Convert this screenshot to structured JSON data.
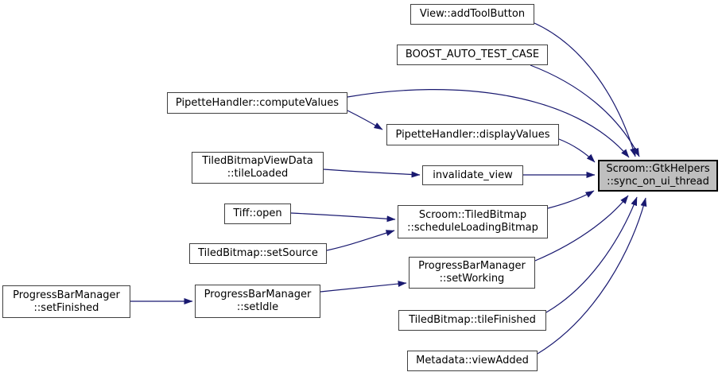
{
  "graph": {
    "type": "call-graph",
    "description": "Doxygen caller graph",
    "target_node": "sync_on_ui_thread",
    "colors": {
      "edge": "#191970",
      "node_border": "#404040",
      "node_fill": "#ffffff",
      "target_fill": "#bfbfbf",
      "target_border": "#000000",
      "text": "#000000",
      "background": "#ffffff"
    },
    "nodes": {
      "add_tool_button": {
        "label": "View::addToolButton"
      },
      "boost_auto_test_case": {
        "label": "BOOST_AUTO_TEST_CASE"
      },
      "compute_values": {
        "label": "PipetteHandler::computeValues"
      },
      "display_values": {
        "label": "PipetteHandler::displayValues"
      },
      "tile_loaded": {
        "label": "TiledBitmapViewData\n::tileLoaded"
      },
      "invalidate_view": {
        "label": "invalidate_view"
      },
      "tiff_open": {
        "label": "Tiff::open"
      },
      "schedule_loading_bitmap": {
        "label": "Scroom::TiledBitmap\n::scheduleLoadingBitmap"
      },
      "set_source": {
        "label": "TiledBitmap::setSource"
      },
      "set_working": {
        "label": "ProgressBarManager\n::setWorking"
      },
      "set_finished": {
        "label": "ProgressBarManager\n::setFinished"
      },
      "set_idle": {
        "label": "ProgressBarManager\n::setIdle"
      },
      "tile_finished": {
        "label": "TiledBitmap::tileFinished"
      },
      "view_added": {
        "label": "Metadata::viewAdded"
      },
      "sync_on_ui_thread": {
        "label": "Scroom::GtkHelpers\n::sync_on_ui_thread"
      }
    },
    "edges": [
      {
        "from": "add_tool_button",
        "to": "sync_on_ui_thread"
      },
      {
        "from": "boost_auto_test_case",
        "to": "sync_on_ui_thread"
      },
      {
        "from": "compute_values",
        "to": "sync_on_ui_thread"
      },
      {
        "from": "compute_values",
        "to": "display_values"
      },
      {
        "from": "display_values",
        "to": "sync_on_ui_thread"
      },
      {
        "from": "tile_loaded",
        "to": "invalidate_view"
      },
      {
        "from": "invalidate_view",
        "to": "sync_on_ui_thread"
      },
      {
        "from": "tiff_open",
        "to": "schedule_loading_bitmap"
      },
      {
        "from": "set_source",
        "to": "schedule_loading_bitmap"
      },
      {
        "from": "schedule_loading_bitmap",
        "to": "sync_on_ui_thread"
      },
      {
        "from": "set_idle",
        "to": "set_working"
      },
      {
        "from": "set_working",
        "to": "sync_on_ui_thread"
      },
      {
        "from": "set_finished",
        "to": "set_idle"
      },
      {
        "from": "tile_finished",
        "to": "sync_on_ui_thread"
      },
      {
        "from": "view_added",
        "to": "sync_on_ui_thread"
      }
    ]
  }
}
